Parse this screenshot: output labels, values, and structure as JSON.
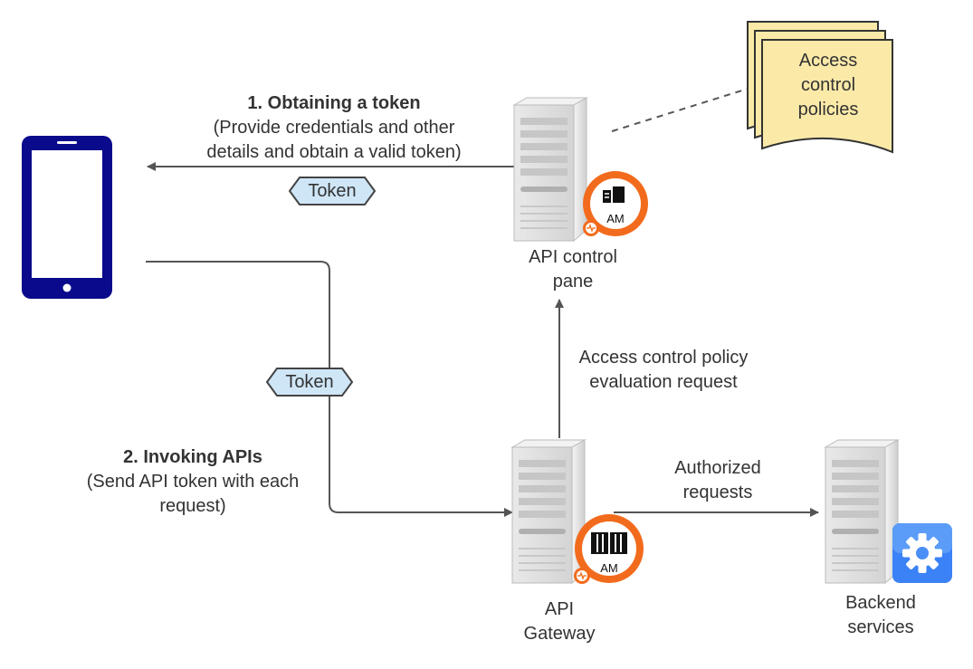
{
  "step1": {
    "title": "1. Obtaining a token",
    "line1": "(Provide credentials and other",
    "line2": "details and obtain a valid token)"
  },
  "step2": {
    "title": "2. Invoking APIs",
    "line1": "(Send API token with each",
    "line2": "request)"
  },
  "tokens": {
    "top": "Token",
    "middle": "Token"
  },
  "policies": {
    "line1": "Access",
    "line2": "control",
    "line3": "policies"
  },
  "control_plane": {
    "line1": "API control",
    "line2": "pane",
    "badge": "AM"
  },
  "gateway": {
    "line1": "API",
    "line2": "Gateway",
    "badge": "AM"
  },
  "backend": {
    "line1": "Backend",
    "line2": "services"
  },
  "evaluation": {
    "line1": "Access control policy",
    "line2": "evaluation request"
  },
  "authorized": {
    "line1": "Authorized",
    "line2": "requests"
  },
  "colors": {
    "phone": "#0a0a8c",
    "badge_orange": "#f26b1d",
    "token_fill": "#cfe6f7",
    "policy_fill": "#fbe9a8",
    "gear_blue": "#3b82f6",
    "arrow": "#555555"
  }
}
